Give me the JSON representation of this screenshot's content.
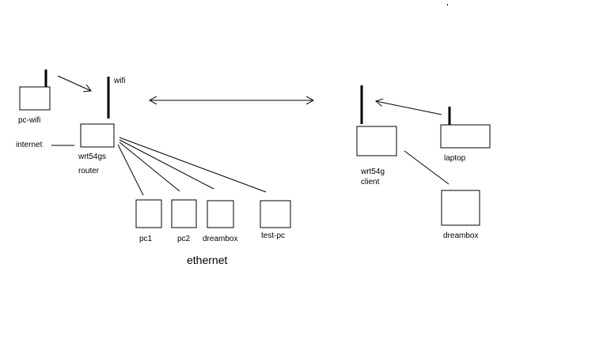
{
  "labels": {
    "pc_wifi": "pc-wifi",
    "wifi": "wifi",
    "internet": "internet",
    "router_model": "wrt54gs",
    "router_role": "router",
    "pc1": "pc1",
    "pc2": "pc2",
    "dreambox_left": "dreambox",
    "test_pc": "test-pc",
    "ethernet": "ethernet",
    "client_model": "wrt54g",
    "client_role": "client",
    "laptop": "laptop",
    "dreambox_right": "dreambox"
  },
  "colors": {
    "line": "#000000",
    "background": "#ffffff"
  }
}
